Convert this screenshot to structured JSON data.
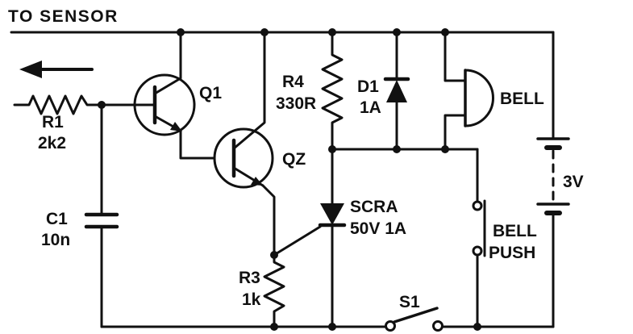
{
  "page": {
    "background": "#ffffff",
    "ink": "#111111"
  },
  "schematic": {
    "title": "TO SENSOR",
    "labels": {
      "q1": "Q1",
      "qz": "QZ",
      "r1_name": "R1",
      "r1_value": "2k2",
      "r3_name": "R3",
      "r3_value": "1k",
      "r4_name": "R4",
      "r4_value": "330R",
      "c1_name": "C1",
      "c1_value": "10n",
      "d1_name": "D1",
      "d1_value": "1A",
      "scr_name": "SCRA",
      "scr_value": "50V 1A",
      "bell": "BELL",
      "bell_push_1": "BELL",
      "bell_push_2": "PUSH",
      "battery": "3V",
      "s1": "S1"
    },
    "components": [
      {
        "ref": "R1",
        "value": "2k2",
        "type": "resistor"
      },
      {
        "ref": "C1",
        "value": "10n",
        "type": "capacitor"
      },
      {
        "ref": "Q1",
        "value": "",
        "type": "npn-transistor"
      },
      {
        "ref": "QZ",
        "value": "",
        "type": "npn-transistor"
      },
      {
        "ref": "R4",
        "value": "330R",
        "type": "resistor"
      },
      {
        "ref": "R3",
        "value": "1k",
        "type": "resistor"
      },
      {
        "ref": "D1",
        "value": "1A",
        "type": "diode"
      },
      {
        "ref": "SCRA",
        "value": "50V 1A",
        "type": "thyristor"
      },
      {
        "ref": "BELL",
        "value": "",
        "type": "bell"
      },
      {
        "ref": "BELL PUSH",
        "value": "",
        "type": "push-switch"
      },
      {
        "ref": "S1",
        "value": "",
        "type": "switch"
      },
      {
        "ref": "BATTERY",
        "value": "3V",
        "type": "battery"
      }
    ]
  }
}
